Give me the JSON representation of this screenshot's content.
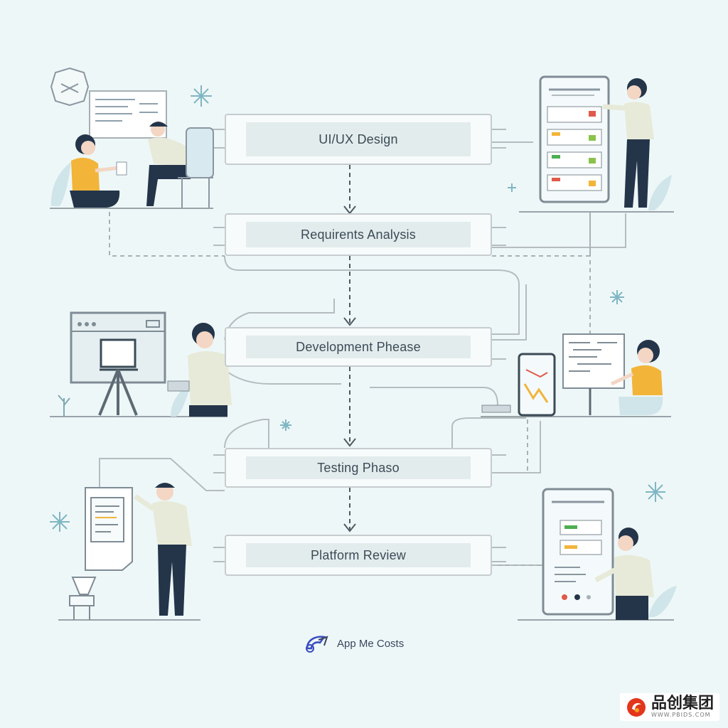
{
  "stages": [
    {
      "id": "ui",
      "label": "UI/UX Design"
    },
    {
      "id": "req",
      "label": "Requirents Analysis"
    },
    {
      "id": "dev",
      "label": "Development Phease"
    },
    {
      "id": "test",
      "label": "Testing Phaso"
    },
    {
      "id": "review",
      "label": "Platform Review"
    }
  ],
  "brand": {
    "label": "App Me Costs"
  },
  "watermark": {
    "chinese": "品创集团",
    "latin": "WWW.PBIDS.COM"
  },
  "colors": {
    "background": "#eef7f8",
    "box_border": "#c6cccf",
    "box_fill": "#e3eced",
    "text": "#3b4b56",
    "accent_yellow": "#f2b53a",
    "accent_navy": "#24354a",
    "plant": "#cfe5ea"
  }
}
